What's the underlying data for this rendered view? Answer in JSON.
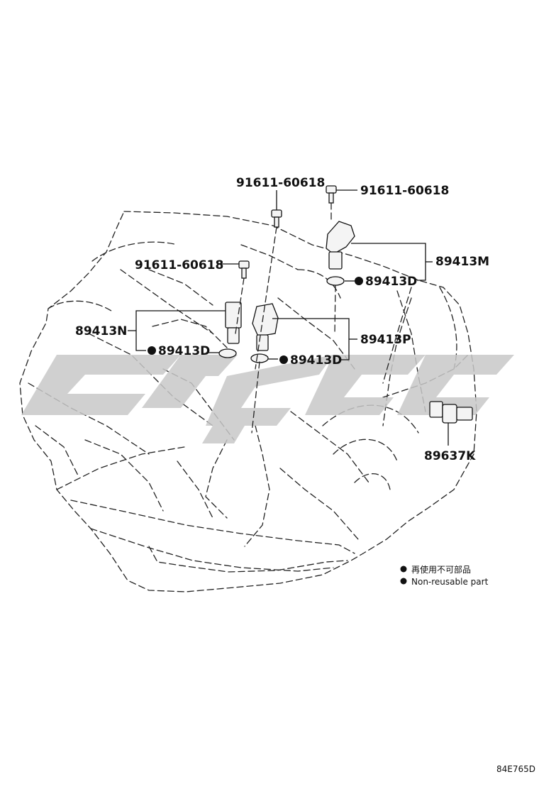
{
  "callouts": {
    "bolt_top_center": "91611-60618",
    "bolt_top_right": "91611-60618",
    "bolt_left": "91611-60618",
    "sensor_m": "89413M",
    "oring_m": "89413D",
    "sensor_n": "89413N",
    "oring_n": "89413D",
    "sensor_p": "89413P",
    "oring_p": "89413D",
    "sensor_k": "89637K"
  },
  "legend": {
    "japanese": "再使用不可部品",
    "english": "Non-reusable part"
  },
  "reference_code": "84E765D",
  "colors": {
    "line": "#222222",
    "text": "#111111",
    "watermark": "#c8c8c8"
  }
}
